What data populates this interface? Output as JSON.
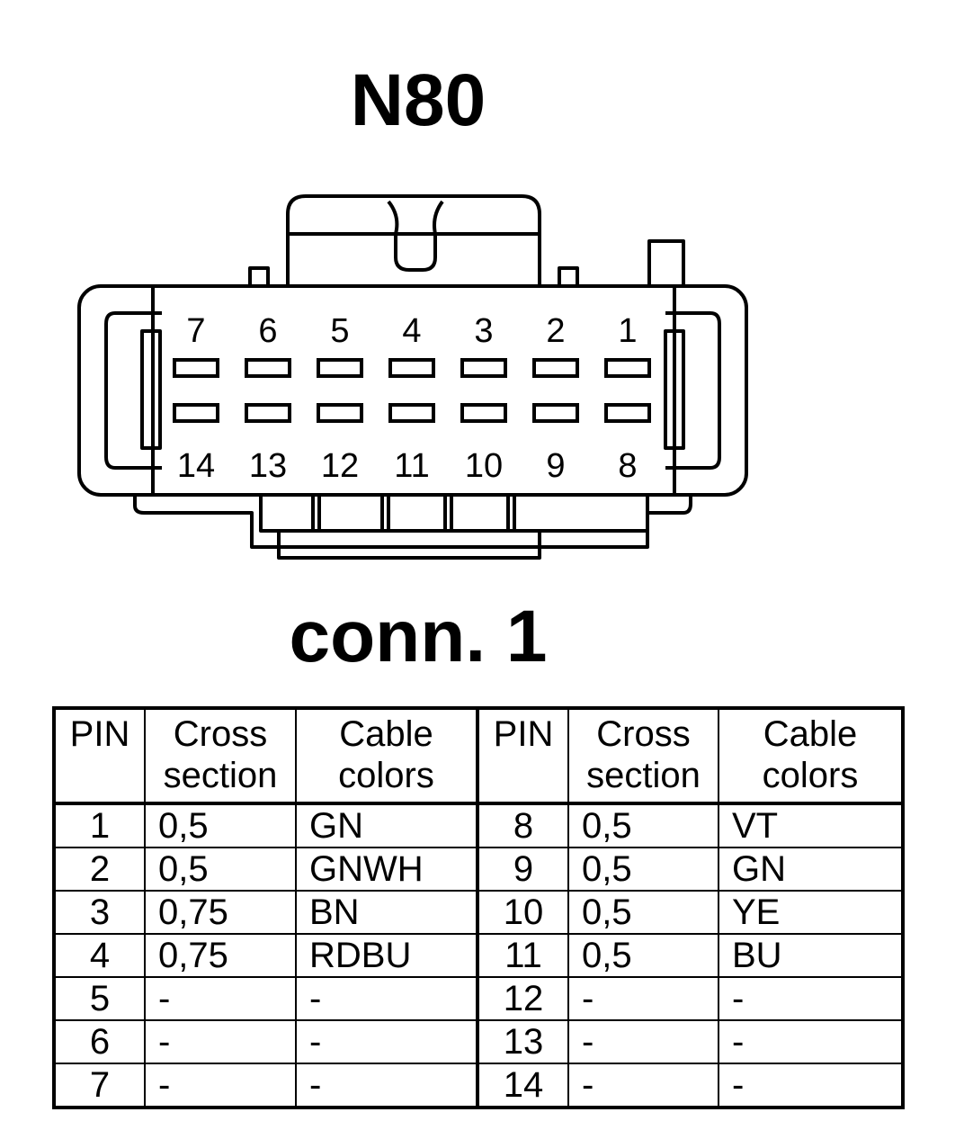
{
  "title": "N80",
  "connector": {
    "label": "conn. 1",
    "top_pins": [
      "7",
      "6",
      "5",
      "4",
      "3",
      "2",
      "1"
    ],
    "bottom_pins": [
      "14",
      "13",
      "12",
      "11",
      "10",
      "9",
      "8"
    ]
  },
  "table": {
    "headers": [
      "PIN",
      "Cross\nsection",
      "Cable\ncolors",
      "PIN",
      "Cross\nsection",
      "Cable\ncolors"
    ],
    "rows": [
      [
        "1",
        "0,5",
        "GN",
        "8",
        "0,5",
        "VT"
      ],
      [
        "2",
        "0,5",
        "GNWH",
        "9",
        "0,5",
        "GN"
      ],
      [
        "3",
        "0,75",
        "BN",
        "10",
        "0,5",
        "YE"
      ],
      [
        "4",
        "0,75",
        "RDBU",
        "11",
        "0,5",
        "BU"
      ],
      [
        "5",
        "-",
        "-",
        "12",
        "-",
        "-"
      ],
      [
        "6",
        "-",
        "-",
        "13",
        "-",
        "-"
      ],
      [
        "7",
        "-",
        "-",
        "14",
        "-",
        "-"
      ]
    ]
  }
}
